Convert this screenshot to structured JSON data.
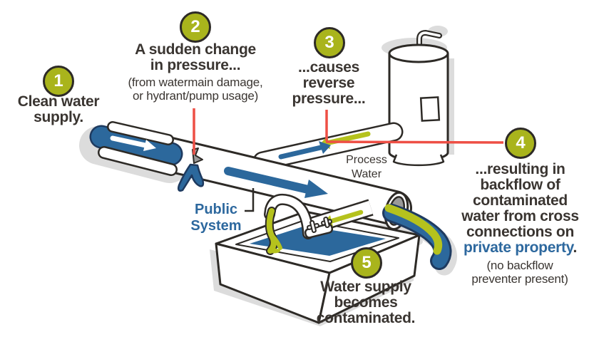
{
  "steps": [
    {
      "number": "1",
      "lines": [
        "Clean water",
        "supply."
      ]
    },
    {
      "number": "2",
      "lines": [
        "A sudden change",
        "in pressure..."
      ],
      "note": [
        "(from watermain damage,",
        "or hydrant/pump usage)"
      ]
    },
    {
      "number": "3",
      "lines": [
        "...causes",
        "reverse",
        "pressure..."
      ]
    },
    {
      "number": "4",
      "lines": [
        "...resulting in",
        "backflow of",
        "contaminated",
        "water from cross",
        "connections on"
      ],
      "highlight": "private property",
      "highlight_period": ".",
      "note": [
        "(no backflow",
        "preventer present)"
      ]
    },
    {
      "number": "5",
      "lines": [
        "Water supply",
        "becomes",
        "contaminated."
      ]
    }
  ],
  "labels": {
    "public_system": [
      "Public",
      "System"
    ],
    "process_water": [
      "Process",
      "Water"
    ]
  },
  "colors": {
    "badge_green": "#a9b41c",
    "outline_dark": "#2d2a26",
    "water_blue": "#2c689c",
    "water_outline_navy": "#1e3a5f",
    "contaminant_green": "#b5c21d",
    "leader_red": "#ee4f45",
    "label_blue": "#2d689e",
    "text_dark": "#3a3531",
    "shadow_gray": "#dcdcdc",
    "pipe_interior_gray": "#9a9a9a"
  }
}
